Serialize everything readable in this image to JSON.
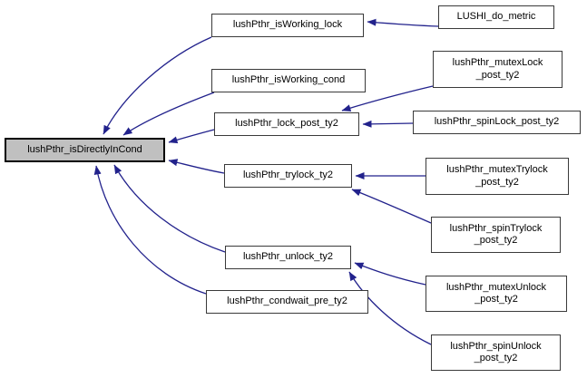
{
  "diagram": {
    "type": "caller-graph",
    "focus_function": "lushPthr_isDirectlyInCond",
    "colors": {
      "edge": "#22228c",
      "node_fill": "#ffffff",
      "node_border": "#3a3a3a",
      "focus_fill": "#c0c0c0",
      "focus_border": "#000000",
      "background": "#ffffff"
    },
    "nodes": {
      "isDirectlyInCond": {
        "label": "lushPthr_isDirectlyInCond"
      },
      "isWorking_lock": {
        "label": "lushPthr_isWorking_lock"
      },
      "isWorking_cond": {
        "label": "lushPthr_isWorking_cond"
      },
      "lock_post_ty2": {
        "label": "lushPthr_lock_post_ty2"
      },
      "trylock_ty2": {
        "label": "lushPthr_trylock_ty2"
      },
      "unlock_ty2": {
        "label": "lushPthr_unlock_ty2"
      },
      "condwait_pre_ty2": {
        "label": "lushPthr_condwait_pre_ty2"
      },
      "lushi_do_metric": {
        "label": "LUSHI_do_metric"
      },
      "mutexLock_post_ty2": {
        "label": "lushPthr_mutexLock\n_post_ty2"
      },
      "spinLock_post_ty2": {
        "label": "lushPthr_spinLock_post_ty2"
      },
      "mutexTrylock_post_ty2": {
        "label": "lushPthr_mutexTrylock\n_post_ty2"
      },
      "spinTrylock_post_ty2": {
        "label": "lushPthr_spinTrylock\n_post_ty2"
      },
      "mutexUnlock_post_ty2": {
        "label": "lushPthr_mutexUnlock\n_post_ty2"
      },
      "spinUnlock_post_ty2": {
        "label": "lushPthr_spinUnlock\n_post_ty2"
      }
    },
    "edges": [
      {
        "from": "lushPthr_isWorking_lock",
        "to": "lushPthr_isDirectlyInCond"
      },
      {
        "from": "lushPthr_isWorking_cond",
        "to": "lushPthr_isDirectlyInCond"
      },
      {
        "from": "lushPthr_lock_post_ty2",
        "to": "lushPthr_isDirectlyInCond"
      },
      {
        "from": "lushPthr_trylock_ty2",
        "to": "lushPthr_isDirectlyInCond"
      },
      {
        "from": "lushPthr_unlock_ty2",
        "to": "lushPthr_isDirectlyInCond"
      },
      {
        "from": "lushPthr_condwait_pre_ty2",
        "to": "lushPthr_isDirectlyInCond"
      },
      {
        "from": "LUSHI_do_metric",
        "to": "lushPthr_isWorking_lock"
      },
      {
        "from": "lushPthr_mutexLock_post_ty2",
        "to": "lushPthr_lock_post_ty2"
      },
      {
        "from": "lushPthr_spinLock_post_ty2",
        "to": "lushPthr_lock_post_ty2"
      },
      {
        "from": "lushPthr_mutexTrylock_post_ty2",
        "to": "lushPthr_trylock_ty2"
      },
      {
        "from": "lushPthr_spinTrylock_post_ty2",
        "to": "lushPthr_trylock_ty2"
      },
      {
        "from": "lushPthr_mutexUnlock_post_ty2",
        "to": "lushPthr_unlock_ty2"
      },
      {
        "from": "lushPthr_spinUnlock_post_ty2",
        "to": "lushPthr_unlock_ty2"
      }
    ]
  }
}
